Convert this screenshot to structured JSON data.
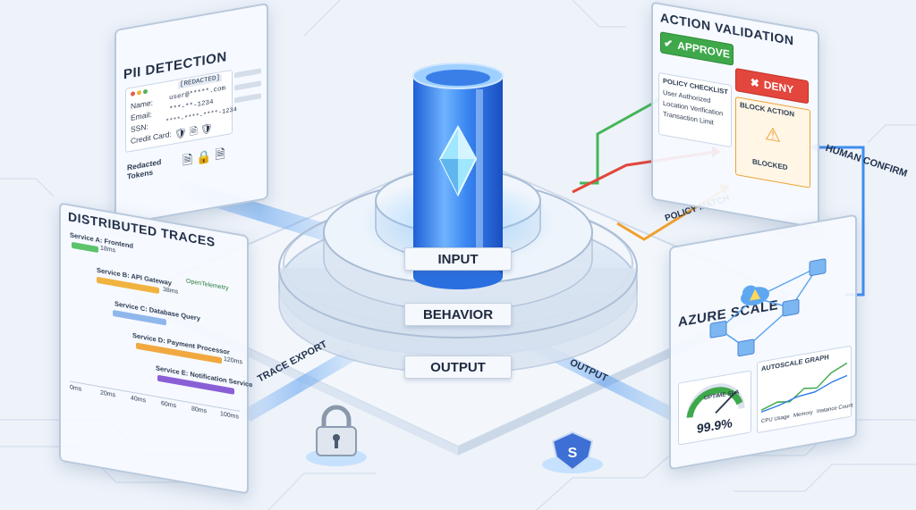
{
  "colors": {
    "accent_blue": "#2f7de8",
    "approve_green": "#3ea84a",
    "deny_red": "#e3463c",
    "warn_orange": "#f0a030",
    "trace_green": "#5cc36a",
    "trace_yellow": "#f1b33f",
    "trace_purple": "#8a5fd6"
  },
  "center": {
    "rings": [
      "INPUT",
      "BEHAVIOR",
      "OUTPUT"
    ]
  },
  "pii": {
    "title": "PII DETECTION",
    "redacted_tag": "[REDACTED]",
    "fields": [
      {
        "label": "Name:",
        "value": "user@*****.com"
      },
      {
        "label": "Email:",
        "value": "***-**-1234"
      },
      {
        "label": "SSN:",
        "value": "****-****-****-1234"
      },
      {
        "label": "Credit Card:",
        "value": ""
      }
    ],
    "redacted_label": "Redacted Tokens"
  },
  "traces": {
    "title": "DISTRIBUTED TRACES",
    "badge": "OpenTelemetry",
    "spans": [
      {
        "label": "Service A: Frontend",
        "duration": "18ms"
      },
      {
        "label": "Service B: API Gateway",
        "duration": "38ms"
      },
      {
        "label": "Service C: Database Query",
        "duration": ""
      },
      {
        "label": "Service D: Payment Processor",
        "duration": "120ms"
      },
      {
        "label": "Service E: Notification Service",
        "duration": ""
      }
    ],
    "ticks": [
      "0ms",
      "20ms",
      "40ms",
      "60ms",
      "80ms",
      "100ms"
    ]
  },
  "validation": {
    "title": "ACTION VALIDATION",
    "approve": "APPROVE",
    "deny": "DENY",
    "checklist_title": "POLICY CHECKLIST",
    "checklist": [
      "User Authorized",
      "Location Verification",
      "Transaction Limit"
    ],
    "block_title": "BLOCK ACTION",
    "blocked": "BLOCKED"
  },
  "azure": {
    "title": "AZURE SCALE",
    "graph_title": "AUTOSCALE GRAPH",
    "legend": [
      "CPU Usage",
      "Memory",
      "Instance Count"
    ],
    "uptime_label": "UPTIME SLA",
    "uptime_value": "99.9%"
  },
  "flows": {
    "trace_export": "TRACE EXPORT",
    "output": "OUTPUT",
    "policy_match": "POLICY MATCH",
    "human_confirm": "HUMAN CONFIRM"
  },
  "icons": [
    "lock-icon",
    "shield-icon",
    "cloud-warning-icon",
    "diamond-core-icon"
  ]
}
